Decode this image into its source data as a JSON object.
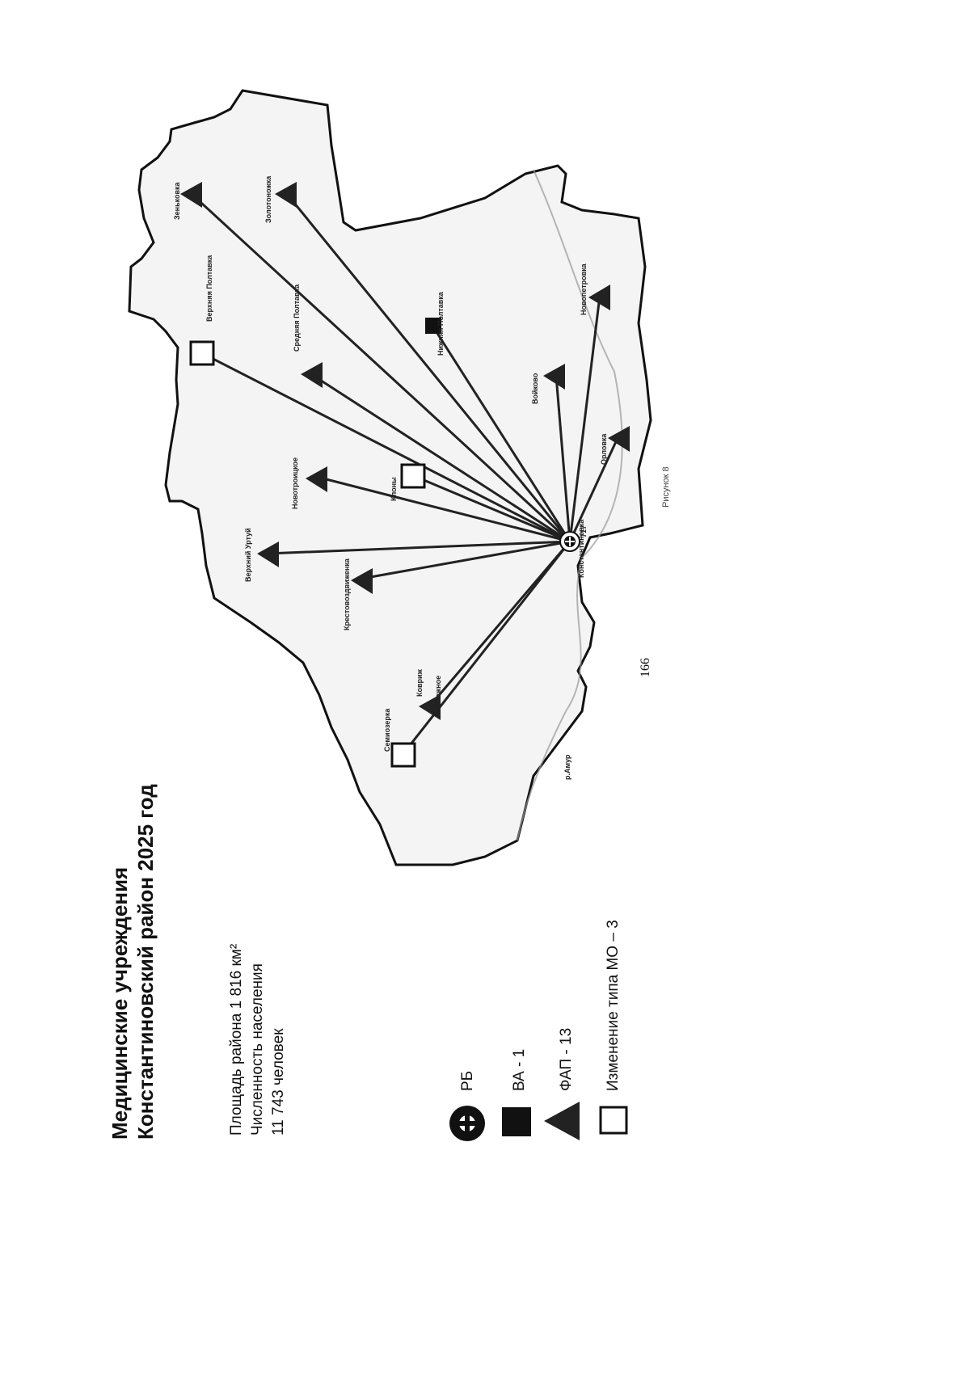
{
  "page_number": "166",
  "title": {
    "line1": "Медицинские учреждения",
    "line2": "Константиновский район 2025 год"
  },
  "info": {
    "area": "Площадь района 1 816 км²",
    "population_label": "Численность населения",
    "population_value": "11 743 человек"
  },
  "legend": [
    {
      "symbol": "rb-icon",
      "label": "РБ"
    },
    {
      "symbol": "square-filled-icon",
      "label": "ВА - 1"
    },
    {
      "symbol": "triangle-icon",
      "label": "ФАП - 13"
    },
    {
      "symbol": "square-outline-icon",
      "label": "Изменение типа МО – 3"
    }
  ],
  "map": {
    "caption": "Рисунок 8",
    "hub": {
      "name": "Константиновка",
      "label": "717"
    },
    "places": [
      {
        "name": "Зеньковка",
        "type": "triangle"
      },
      {
        "name": "Золотоножка",
        "type": "triangle"
      },
      {
        "name": "Верхняя Полтавка",
        "type": "square-outline"
      },
      {
        "name": "Средняя Полтавка",
        "type": "triangle"
      },
      {
        "name": "Нижняя Полтавка",
        "type": "square-filled"
      },
      {
        "name": "Новопетровка",
        "type": "triangle"
      },
      {
        "name": "Войково",
        "type": "triangle"
      },
      {
        "name": "Орловка",
        "type": "triangle"
      },
      {
        "name": "Новотроицкое",
        "type": "triangle"
      },
      {
        "name": "Клоны",
        "type": "square-outline"
      },
      {
        "name": "Верхний Уртуй",
        "type": "triangle"
      },
      {
        "name": "Крестовоздвиженка",
        "type": "triangle"
      },
      {
        "name": "Ковриж",
        "type": "triangle"
      },
      {
        "name": "Семиозерка",
        "type": "square-outline"
      },
      {
        "name": "Отважное",
        "type": "none"
      }
    ],
    "river_label": "р.Амур"
  }
}
